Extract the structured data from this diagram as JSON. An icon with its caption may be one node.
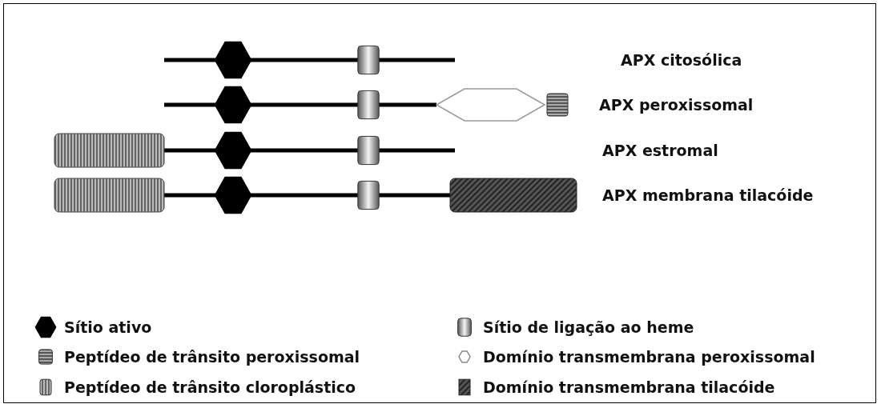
{
  "diagram": {
    "labels": [
      "APX citosólica",
      "APX peroxissomal",
      "APX estromal",
      "APX membrana tilacóide"
    ],
    "legend": [
      {
        "text": "Sítio ativo"
      },
      {
        "text": "Sítio de ligação ao heme"
      },
      {
        "text": "Peptídeo de trânsito peroxissomal"
      },
      {
        "text": "Domínio transmembrana peroxissomal"
      },
      {
        "text": "Peptídeo de trânsito cloroplástico"
      },
      {
        "text": "Domínio transmembrana tilacóide"
      }
    ]
  }
}
